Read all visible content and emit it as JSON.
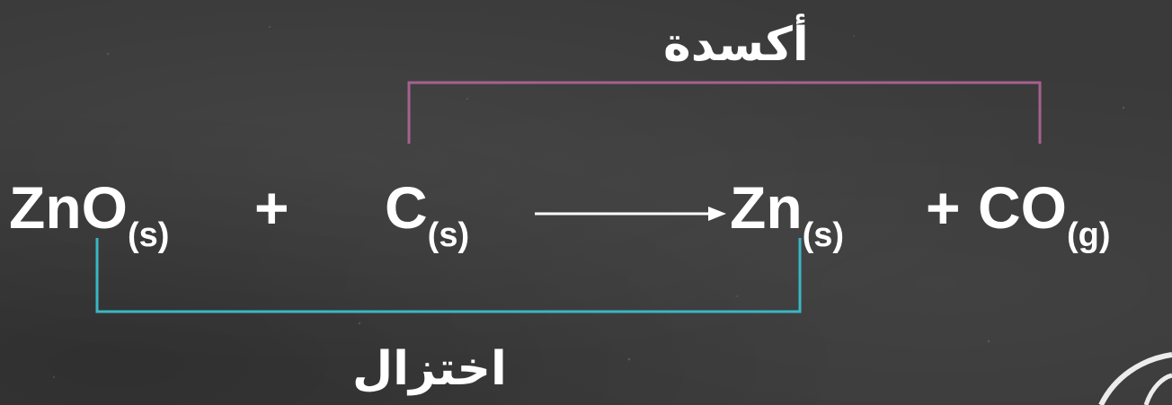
{
  "equation": {
    "reactant1": {
      "formula": "ZnO",
      "state": "(s)"
    },
    "plus1": "+",
    "reactant2": {
      "formula": "C",
      "state": "(s)"
    },
    "product1": {
      "formula": "Zn",
      "state": "(s)"
    },
    "plus2": "+",
    "product2": {
      "formula": "CO",
      "state": "(g)"
    }
  },
  "oxidation": {
    "label": "أكسدة",
    "color": "#a5628f"
  },
  "reduction": {
    "label": "اختزال",
    "color": "#3bb6c4"
  },
  "arrow_color": "#ffffff",
  "background_color": "#3a3a3a"
}
